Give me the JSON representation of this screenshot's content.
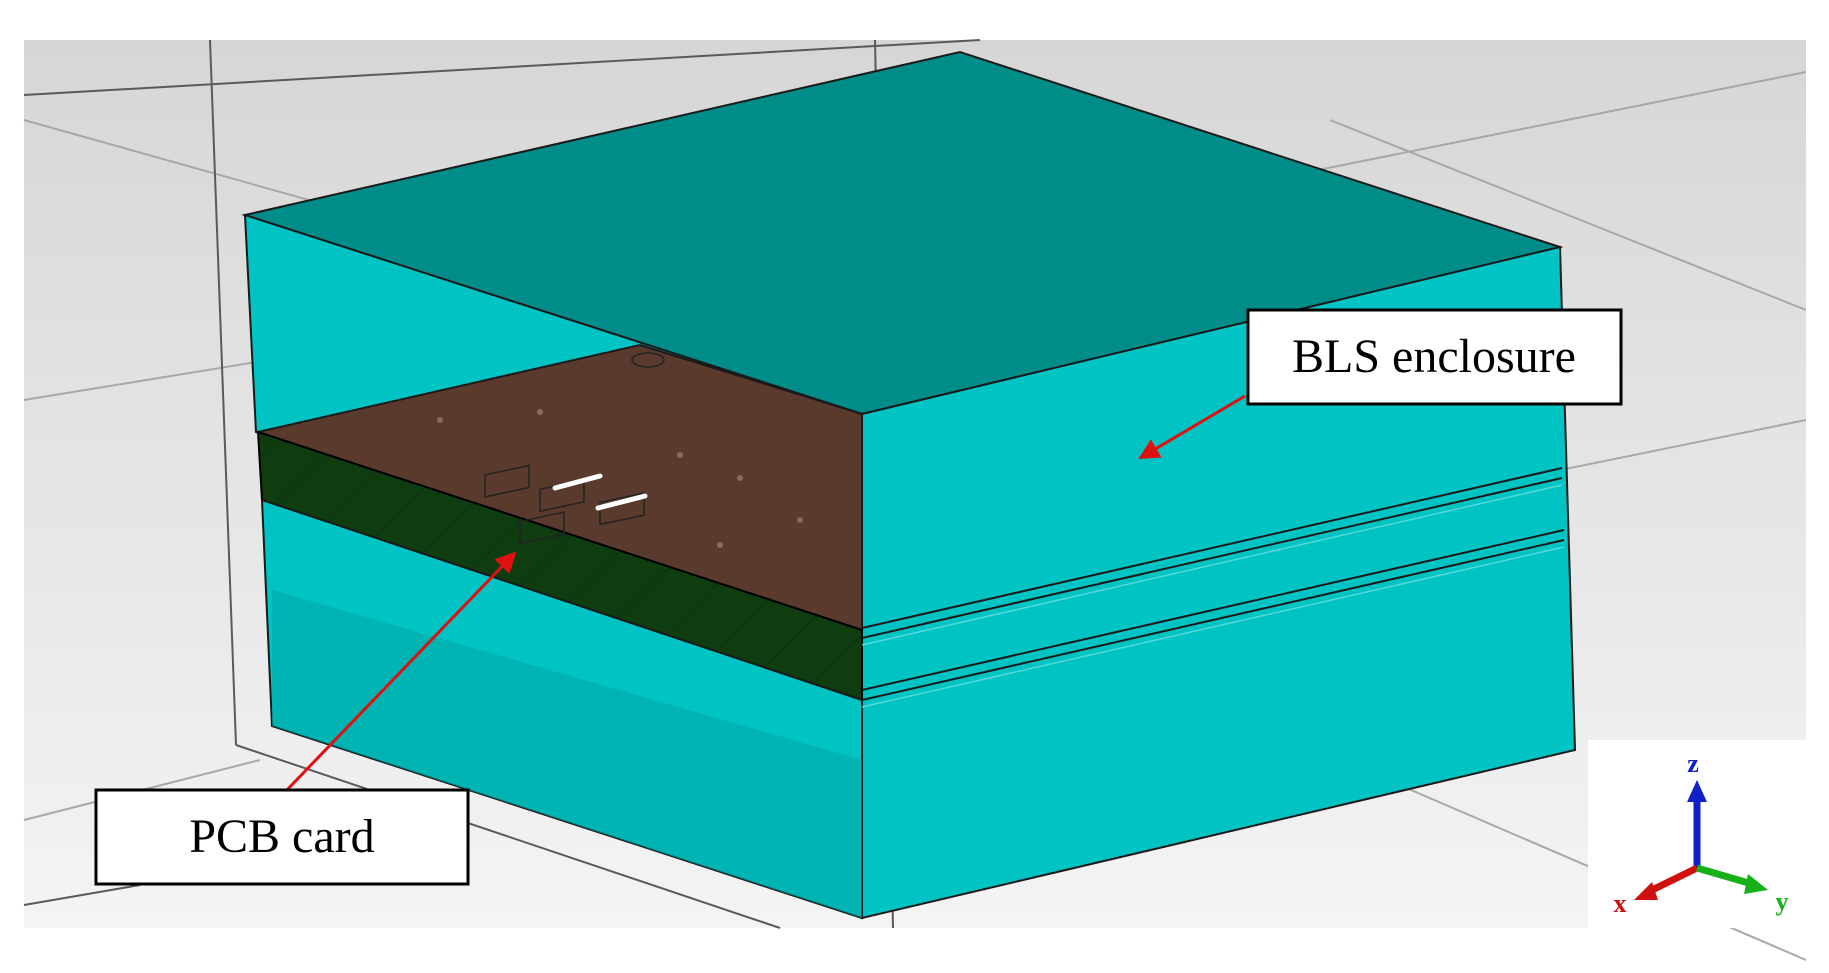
{
  "labels": {
    "enclosure": "BLS enclosure",
    "pcb": "PCB card"
  },
  "axes": {
    "x": "x",
    "y": "y",
    "z": "z"
  },
  "colors": {
    "background_light": "#f0f0f0",
    "background_dark": "#d3d3d3",
    "enclosure_top": "#008c88",
    "enclosure_front": "#00c3c3",
    "enclosure_shadow_face": "#00a7a7",
    "pcb_top": "#5a3a2c",
    "pcb_substrate": "#0f3d10",
    "arrow": "#e01010",
    "axis_x": "#d01010",
    "axis_y": "#18b018",
    "axis_z": "#1020c8"
  }
}
